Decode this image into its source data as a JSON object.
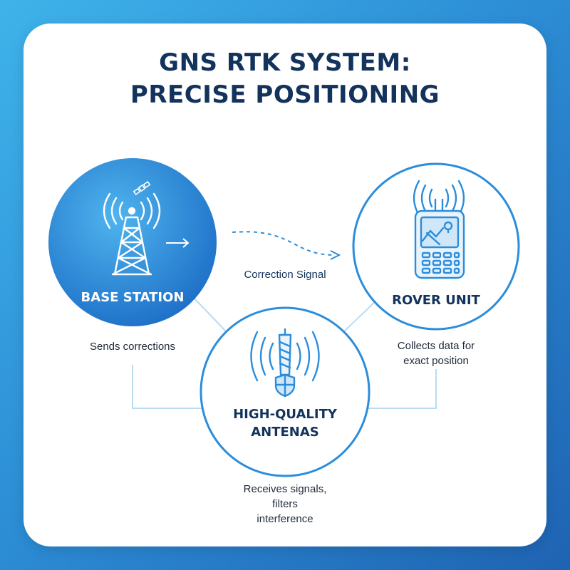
{
  "title": {
    "line1": "GNS RTK SYSTEM:",
    "line2": "PRECISE POSITIONING"
  },
  "colors": {
    "background_start": "#3fb3ea",
    "background_end": "#1f63b3",
    "card": "#ffffff",
    "title": "#13335c",
    "accent": "#2b8ddb",
    "connector": "#b9dcf2"
  },
  "nodes": {
    "base_station": {
      "label": "BASE STATION",
      "description": "Sends corrections",
      "icon": "radio-tower-icon"
    },
    "rover_unit": {
      "label": "ROVER UNIT",
      "description_line1": "Collects data for",
      "description_line2": "exact position",
      "icon": "handheld-gps-icon"
    },
    "antennas": {
      "label_line1": "HIGH-QUALITY",
      "label_line2": "ANTENAS",
      "description_line1": "Receives signals,",
      "description_line2": "filters",
      "description_line3": "interference",
      "icon": "antenna-shield-icon"
    }
  },
  "signal": {
    "label": "Correction Signal",
    "icon": "satellite-icon"
  }
}
